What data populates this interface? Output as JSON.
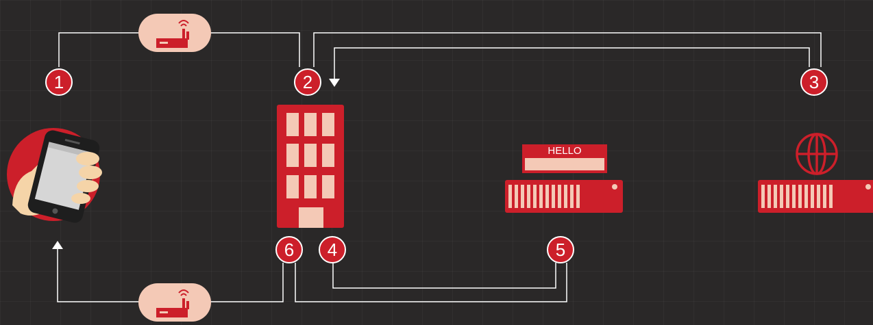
{
  "steps": {
    "step1": "1",
    "step2": "2",
    "step3": "3",
    "step4": "4",
    "step5": "5",
    "step6": "6"
  },
  "hello_tag": {
    "label": "HELLO"
  },
  "colors": {
    "background": "#2a2828",
    "accent_red": "#cc1f2a",
    "pale_pink": "#f4c9b6",
    "skin": "#f5d4a8",
    "screen_gray": "#d6d6d6",
    "line_white": "#ffffff"
  },
  "icons": [
    "phone-in-hand-icon",
    "wifi-router-icon",
    "office-building-icon",
    "name-tag-icon",
    "server-rack-icon",
    "globe-icon",
    "arrow-down-icon",
    "arrow-up-icon"
  ]
}
